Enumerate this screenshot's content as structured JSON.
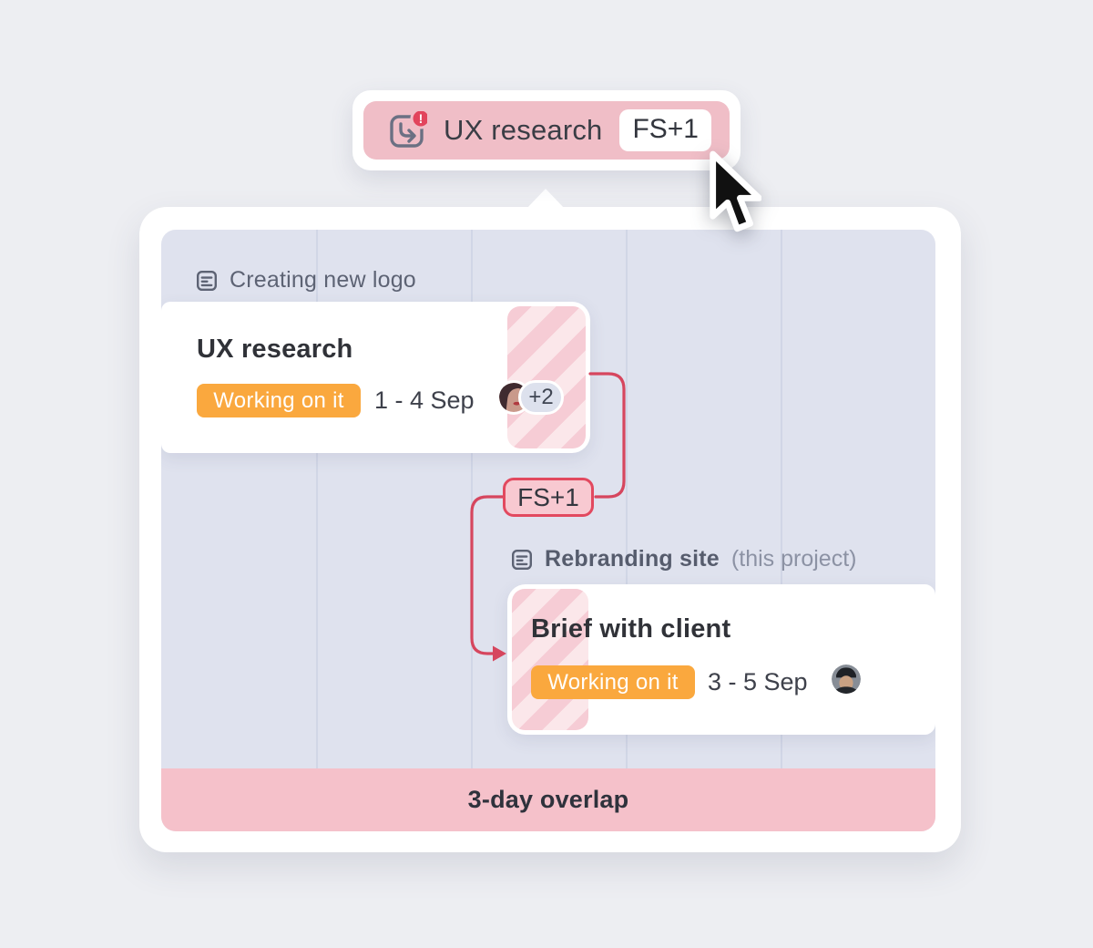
{
  "tooltip": {
    "task_label": "UX research",
    "lag_badge": "FS+1",
    "alert_glyph": "!"
  },
  "groups": [
    {
      "label": "Creating new logo",
      "suffix": ""
    },
    {
      "label": "Rebranding site",
      "suffix": "(this project)"
    }
  ],
  "tasks": [
    {
      "title": "UX research",
      "status": "Working on it",
      "dates": "1 - 4 Sep",
      "more_assignees": "+2"
    },
    {
      "title": "Brief with client",
      "status": "Working on it",
      "dates": "3 - 5 Sep"
    }
  ],
  "dependency": {
    "badge": "FS+1",
    "type": "finish-to-start-plus-1"
  },
  "footer": {
    "overlap_label": "3-day overlap"
  },
  "icons": {
    "dependency": "arrow-in-box-icon",
    "alert": "exclamation-badge-icon",
    "board": "board-lines-icon",
    "cursor": "arrow-pointer-icon"
  },
  "colors": {
    "status_orange": "#faa83e",
    "tooltip_pink": "#f0bec7",
    "connector_crimson": "#d6465e",
    "dependency_badge_fill": "#f8c9d1",
    "dependency_badge_border": "#e2495f",
    "panel_lavender": "#dfe2ee",
    "overlap_bar_pink": "#f5c1ca",
    "alert_red": "#e2445c",
    "page_bg": "#edeef2"
  }
}
